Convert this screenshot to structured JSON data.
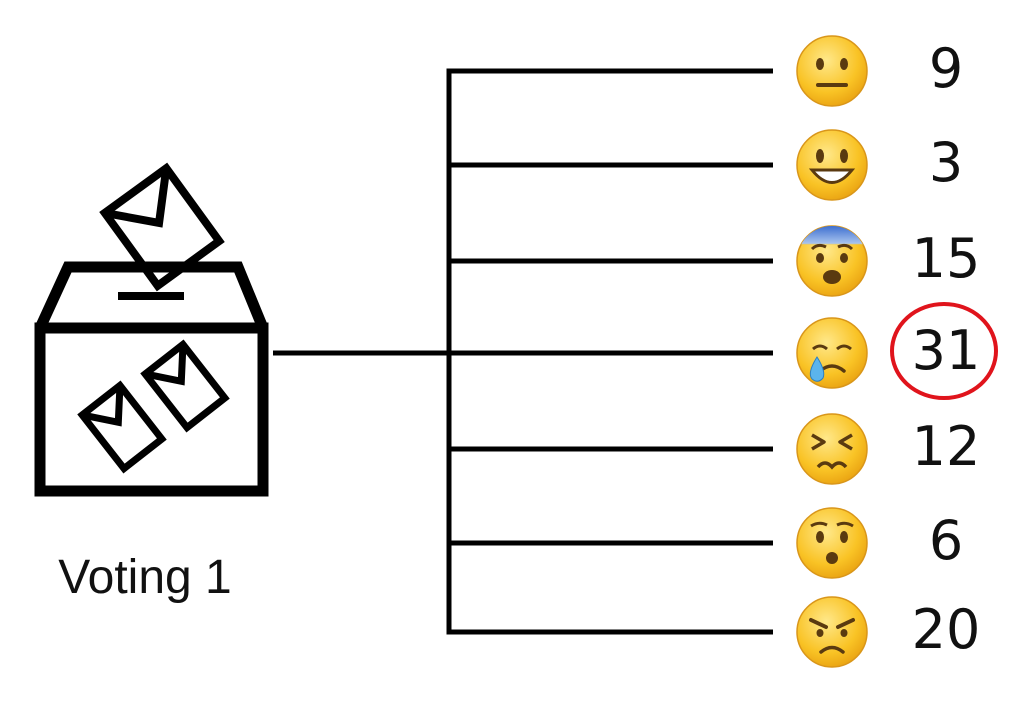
{
  "ballot_box": {
    "label": "Voting 1",
    "icon": "ballot-box-icon"
  },
  "options": [
    {
      "emoji": "neutral-face-icon",
      "count": "9",
      "highlighted": false
    },
    {
      "emoji": "smiling-face-icon",
      "count": "3",
      "highlighted": false
    },
    {
      "emoji": "fearful-face-icon",
      "count": "15",
      "highlighted": false
    },
    {
      "emoji": "crying-face-icon",
      "count": "31",
      "highlighted": true
    },
    {
      "emoji": "tired-face-icon",
      "count": "12",
      "highlighted": false
    },
    {
      "emoji": "surprised-face-icon",
      "count": "6",
      "highlighted": false
    },
    {
      "emoji": "angry-face-icon",
      "count": "20",
      "highlighted": false
    }
  ],
  "colors": {
    "line": "#000000",
    "face": "#F9C325",
    "face_light": "#FFE27A",
    "highlight_circle": "#E0141C",
    "fear_blue": "#4A7FD4",
    "tear_blue": "#5BB4EC"
  }
}
